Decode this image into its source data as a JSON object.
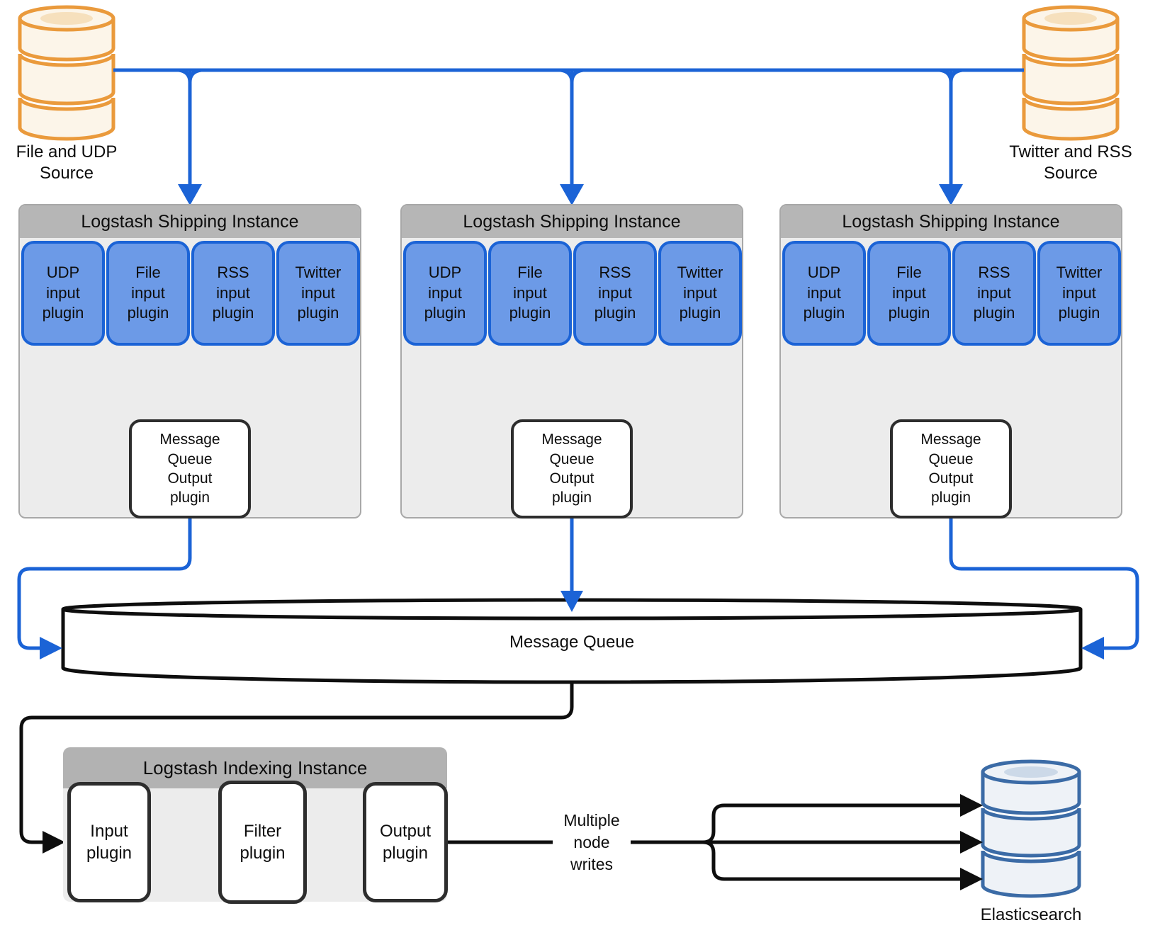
{
  "sources": {
    "left": "File and UDP\nSource",
    "right": "Twitter and RSS\nSource"
  },
  "shipping_instances": [
    {
      "title": "Logstash Shipping Instance",
      "plugins": [
        "UDP\ninput\nplugin",
        "File\ninput\nplugin",
        "RSS\ninput\nplugin",
        "Twitter\ninput\nplugin"
      ],
      "output_plugin": "Message\nQueue\nOutput\nplugin"
    },
    {
      "title": "Logstash Shipping Instance",
      "plugins": [
        "UDP\ninput\nplugin",
        "File\ninput\nplugin",
        "RSS\ninput\nplugin",
        "Twitter\ninput\nplugin"
      ],
      "output_plugin": "Message\nQueue\nOutput\nplugin"
    },
    {
      "title": "Logstash Shipping Instance",
      "plugins": [
        "UDP\ninput\nplugin",
        "File\ninput\nplugin",
        "RSS\ninput\nplugin",
        "Twitter\ninput\nplugin"
      ],
      "output_plugin": "Message\nQueue\nOutput\nplugin"
    }
  ],
  "message_queue": "Message Queue",
  "indexing_instance": {
    "title": "Logstash Indexing Instance",
    "plugins": [
      "Input\nplugin",
      "Filter\nplugin",
      "Output\nplugin"
    ]
  },
  "annotations": {
    "multiple_node_writes": "Multiple\nnode\nwrites"
  },
  "elasticsearch": "Elasticsearch",
  "colors": {
    "flow_blue": "#1b63d6",
    "plugin_fill": "#6c9ae7",
    "source_orange": "#ea9a3c",
    "elasticsearch_blue": "#3b6ba6",
    "header_gray": "#b6b6b6",
    "body_gray": "#ececec"
  }
}
